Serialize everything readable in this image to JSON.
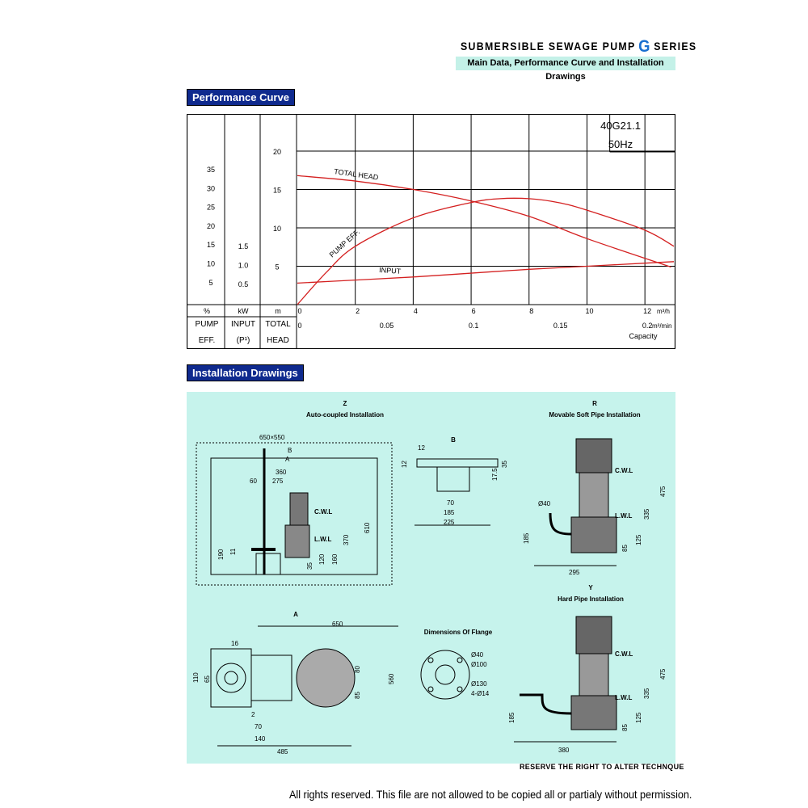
{
  "header": {
    "series_title_pre": "SUBMERSIBLE SEWAGE PUMP",
    "series_letter": "G",
    "series_title_post": "SERIES",
    "subtitle": "Main Data, Performance Curve and Installation Drawings"
  },
  "sections": {
    "performance": "Performance Curve",
    "installation": "Installation Drawings"
  },
  "chart_data": {
    "type": "line",
    "model": "40G21.1",
    "frequency": "50Hz",
    "x_label": "Capacity",
    "x_unit_primary": "m³/h",
    "x_unit_secondary": "m³/min",
    "x_ticks_primary": [
      0,
      2,
      4,
      6,
      8,
      10,
      12
    ],
    "x_ticks_secondary": [
      "0",
      "0.05",
      "0.1",
      "0.15",
      "0.2"
    ],
    "xlim": [
      0,
      13
    ],
    "columns": [
      {
        "unit": "%",
        "label1": "PUMP",
        "label2": "EFF.",
        "ticks": [
          "35",
          "30",
          "25",
          "20",
          "15",
          "10",
          "5"
        ],
        "values": [
          35,
          30,
          25,
          20,
          15,
          10,
          5
        ]
      },
      {
        "unit": "kW",
        "label1": "INPUT",
        "label2": "(P¹)",
        "ticks": [
          "1.5",
          "1.0",
          "0.5"
        ],
        "values": [
          1.5,
          1.0,
          0.5
        ]
      },
      {
        "unit": "m",
        "label1": "TOTAL",
        "label2": "HEAD",
        "ticks": [
          "20",
          "15",
          "10",
          "5"
        ],
        "values": [
          20,
          15,
          10,
          5
        ]
      }
    ],
    "head_ylim": [
      0,
      20
    ],
    "series": [
      {
        "name": "TOTAL HEAD",
        "color": "#d42020",
        "x": [
          0,
          2,
          4,
          6,
          8,
          10,
          12.9
        ],
        "y": [
          16.8,
          16.1,
          15.0,
          13.5,
          11.5,
          8.6,
          4.9
        ]
      },
      {
        "name": "PUMP EFF.",
        "color": "#d42020",
        "x": [
          0,
          1,
          2,
          4,
          6,
          7,
          8,
          9,
          10,
          12,
          13
        ],
        "y": [
          0,
          4.2,
          7.6,
          11.3,
          13.3,
          13.8,
          13.8,
          13.3,
          12.3,
          9.7,
          7.6
        ]
      },
      {
        "name": "INPUT",
        "color": "#d42020",
        "x": [
          0,
          2,
          4,
          6,
          8,
          10,
          12,
          13
        ],
        "y": [
          2.8,
          3.2,
          3.6,
          4.1,
          4.6,
          5.0,
          5.4,
          5.6
        ]
      }
    ]
  },
  "drawings": {
    "z_title_code": "Z",
    "z_title": "Auto-coupled Installation",
    "z_dims": [
      "650×550",
      "B",
      "A",
      "360",
      "60",
      "275",
      "C.W.L",
      "L.W.L",
      "610",
      "370",
      "190",
      "11",
      "35",
      "120",
      "160"
    ],
    "b_title": "B",
    "b_dims": [
      "12",
      "12",
      "35",
      "17.5",
      "70",
      "185",
      "225"
    ],
    "r_title_code": "R",
    "r_title": "Movable Soft Pipe Installation",
    "r_dims": [
      "C.W.L",
      "L.W.L",
      "Ø40",
      "185",
      "475",
      "335",
      "125",
      "85",
      "295"
    ],
    "y_title_code": "Y",
    "y_title": "Hard Pipe Installation",
    "y_dims": [
      "C.W.L",
      "L.W.L",
      "185",
      "475",
      "335",
      "125",
      "85",
      "380"
    ],
    "a_title": "A",
    "a_dims": [
      "650",
      "16",
      "110",
      "65",
      "80",
      "85",
      "560",
      "2",
      "70",
      "140",
      "485"
    ],
    "flange_title": "Dimensions Of Flange",
    "flange_dims": [
      "Ø40",
      "Ø100",
      "Ø130",
      "4-Ø14"
    ]
  },
  "footer": {
    "reserve": "RESERVE THE RIGHT TO ALTER TECHNQUE",
    "copyright": "All rights reserved. This file are not allowed to be copied all or partialy without permission."
  }
}
